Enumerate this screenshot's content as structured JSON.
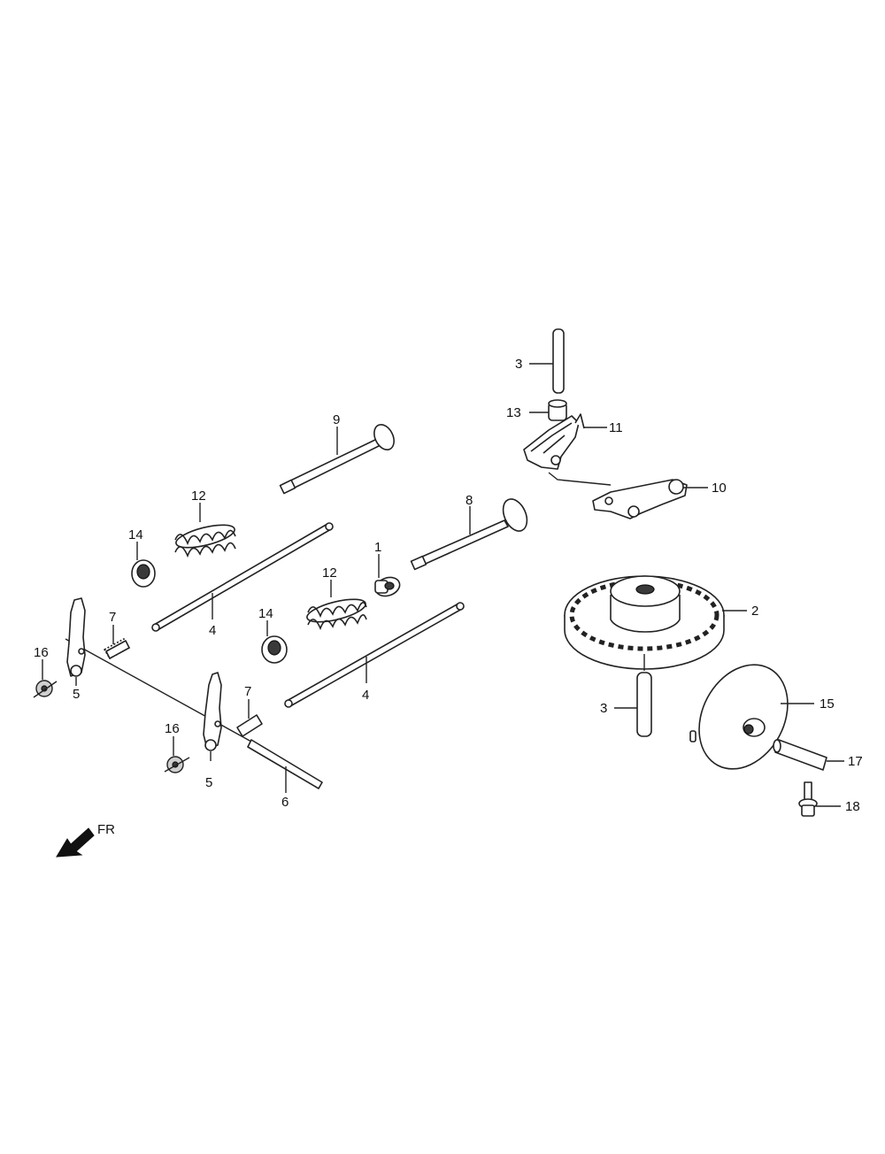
{
  "callouts": {
    "c1": "1",
    "c2": "2",
    "c3a": "3",
    "c3b": "3",
    "c4a": "4",
    "c4b": "4",
    "c5a": "5",
    "c5b": "5",
    "c6": "6",
    "c7a": "7",
    "c7b": "7",
    "c8": "8",
    "c9": "9",
    "c10": "10",
    "c11": "11",
    "c12a": "12",
    "c12b": "12",
    "c13": "13",
    "c14a": "14",
    "c14b": "14",
    "c15": "15",
    "c16a": "16",
    "c16b": "16",
    "c17": "17",
    "c18": "18"
  },
  "direction": {
    "label": "FR",
    "icon": "front-direction-arrow-icon"
  }
}
